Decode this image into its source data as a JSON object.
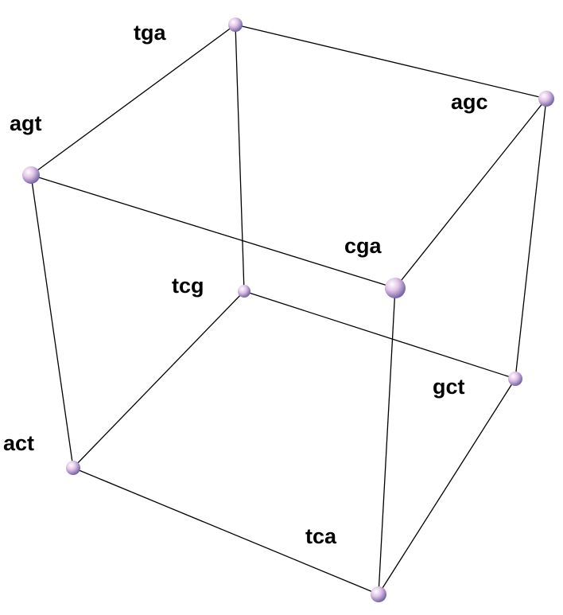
{
  "vertices": [
    {
      "id": "tga",
      "label": "tga"
    },
    {
      "id": "agc",
      "label": "agc"
    },
    {
      "id": "agt",
      "label": "agt"
    },
    {
      "id": "cga",
      "label": "cga"
    },
    {
      "id": "tcg",
      "label": "tcg"
    },
    {
      "id": "gct",
      "label": "gct"
    },
    {
      "id": "act",
      "label": "act"
    },
    {
      "id": "tca",
      "label": "tca"
    }
  ],
  "edges": [
    [
      "tga",
      "agc"
    ],
    [
      "tga",
      "agt"
    ],
    [
      "tga",
      "tcg"
    ],
    [
      "agc",
      "cga"
    ],
    [
      "agc",
      "gct"
    ],
    [
      "agt",
      "cga"
    ],
    [
      "agt",
      "act"
    ],
    [
      "cga",
      "tca"
    ],
    [
      "tcg",
      "gct"
    ],
    [
      "tcg",
      "act"
    ],
    [
      "gct",
      "tca"
    ],
    [
      "act",
      "tca"
    ]
  ],
  "colors": {
    "edge": "#000000",
    "sphere_light": "#ffffff",
    "sphere_mid": "#d9b8e6",
    "sphere_dark": "#7d6fa8"
  }
}
